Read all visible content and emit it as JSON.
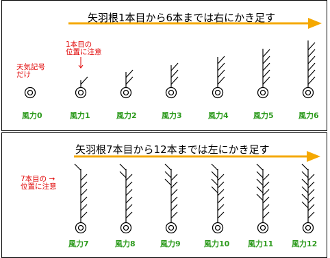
{
  "colors": {
    "arrow": "#f5a800",
    "station_label": "#2c9a1c",
    "note": "#e00000",
    "line": "#000000"
  },
  "top_panel": {
    "header": "矢羽根1本目から6本までは右にかき足す",
    "note_weather": [
      "天気記号",
      "だけ"
    ],
    "note_first": [
      "1本目の",
      "位置に注意"
    ],
    "labels": [
      "風力0",
      "風力1",
      "風力2",
      "風力3",
      "風力4",
      "風力5",
      "風力6"
    ]
  },
  "bottom_panel": {
    "header": "矢羽根7本目から12本までは左にかき足す",
    "note_seventh": [
      "7本目の →",
      "位置に注意"
    ],
    "labels": [
      "風力7",
      "風力8",
      "風力9",
      "風力10",
      "風力11",
      "風力12"
    ]
  }
}
